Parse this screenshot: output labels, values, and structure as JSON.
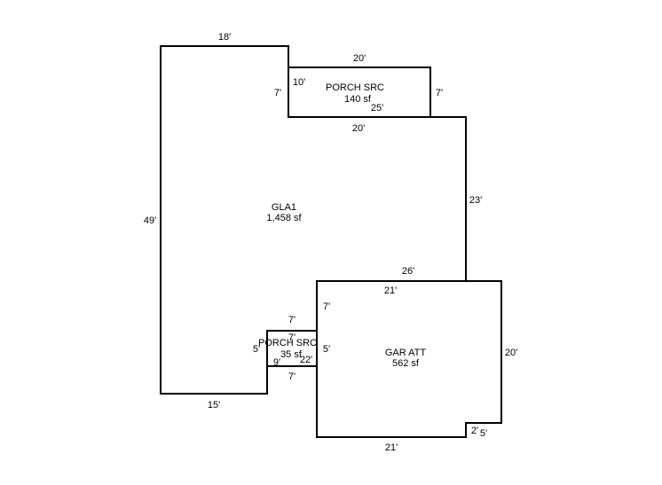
{
  "areas": {
    "gla1": {
      "name": "GLA1",
      "area": "1,458 sf"
    },
    "porch_top": {
      "name": "PORCH SRC",
      "area": "140 sf"
    },
    "porch_small": {
      "name": "PORCH SRC",
      "area": "35 sf"
    },
    "garage": {
      "name": "GAR ATT",
      "area": "562 sf"
    }
  },
  "dimensions": {
    "gla_top": "18'",
    "gla_left": "49'",
    "gla_bottom": "15'",
    "gla_right": "23'",
    "gla_notch": "7'",
    "gla_20_lower": "20'",
    "porch_top_len": "20'",
    "porch_right": "7'",
    "porch_inner_10": "10'",
    "porch_inner_25": "25'",
    "gla_26": "26'",
    "garage_top": "21'",
    "garage_7": "7'",
    "garage_right": "20'",
    "garage_bottom": "21'",
    "garage_2": "2'",
    "garage_5": "5'",
    "garage_left_5": "5'",
    "small_top": "7'",
    "small_bottom": "7'",
    "small_left": "5'",
    "small_7_inner": "7'",
    "small_9": "9'",
    "small_22": "22'"
  },
  "colors": {
    "line": "#000000",
    "background": "#ffffff"
  }
}
